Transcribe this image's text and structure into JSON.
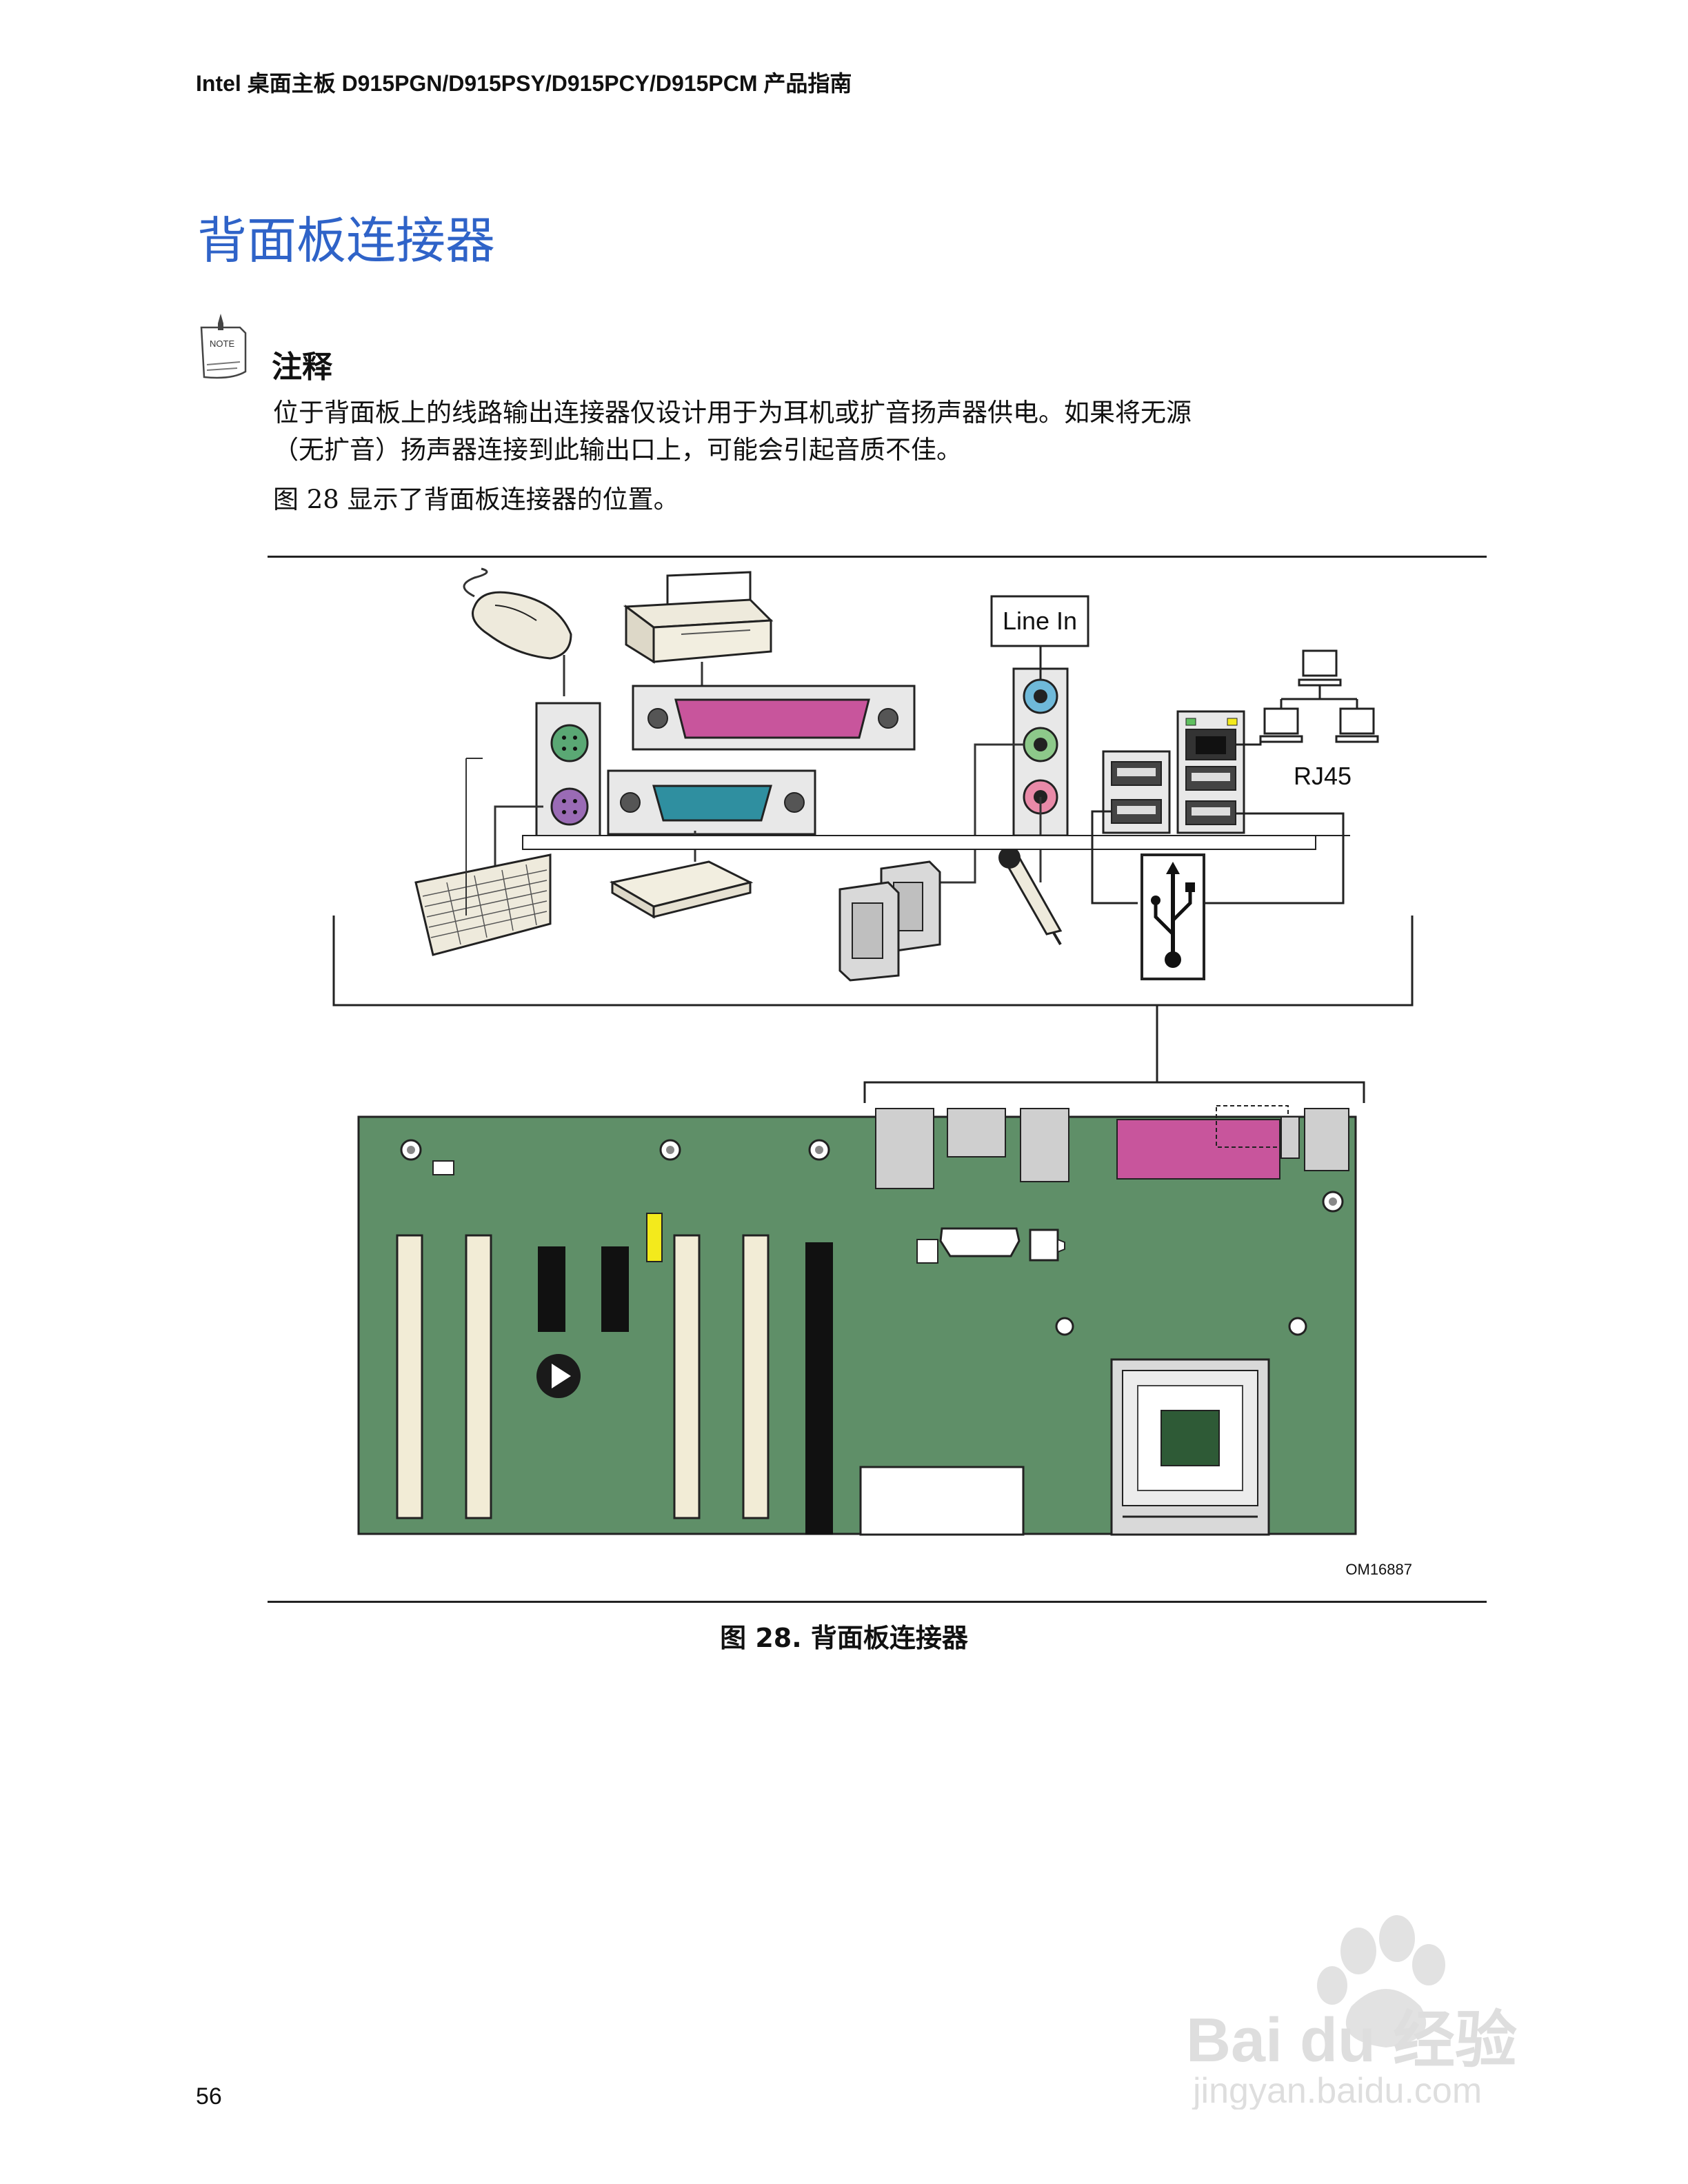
{
  "header": {
    "running_title": "Intel 桌面主板 D915PGN/D915PSY/D915PCY/D915PCM 产品指南"
  },
  "section": {
    "title": "背面板连接器"
  },
  "note": {
    "icon_text": "NOTE",
    "heading": "注释",
    "body_line1": "位于背面板上的线路输出连接器仅设计用于为耳机或扩音扬声器供电。如果将无源",
    "body_line2": "（无扩音）扬声器连接到此输出口上，可能会引起音质不佳。"
  },
  "intro": {
    "text": "图 28 显示了背面板连接器的位置。"
  },
  "figure": {
    "line_in_label": "Line In",
    "rj45_label": "RJ45",
    "figure_id": "OM16887",
    "caption": "图 28.  背面板连接器",
    "colors": {
      "board_green": "#5f8f68",
      "ps2_mouse": "#5aa874",
      "ps2_keyboard": "#9a6bb5",
      "parallel_port": "#c8559c",
      "serial_port": "#2f8fa0",
      "audio_line_in": "#6fb9d9",
      "audio_line_out": "#8dc98a",
      "audio_mic": "#e98aa8",
      "dimm_slot": "#f2ecd6",
      "capacitor_yellow": "#f3ea1c"
    }
  },
  "page": {
    "number": "56"
  },
  "watermark": {
    "brand": "Bai du 经验",
    "url": "jingyan.baidu.com"
  }
}
